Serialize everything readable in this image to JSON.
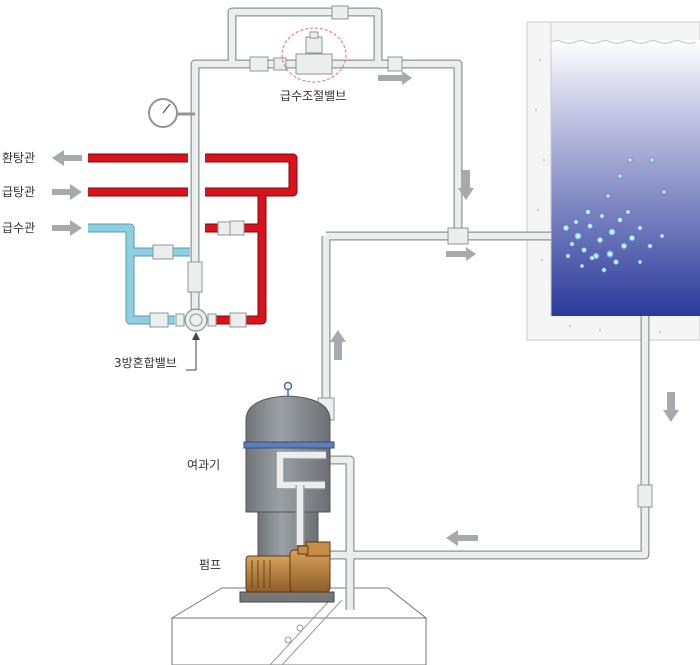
{
  "labels": {
    "return_pipe": "환탕관",
    "hot_supply_pipe": "급탕관",
    "cold_supply_pipe": "급수관",
    "supply_control_valve": "급수조절밸브",
    "three_way_mixing_valve": "3방혼합밸브",
    "filter": "여과기",
    "pump": "펌프"
  },
  "colors": {
    "hot_pipe": "#d8131b",
    "cold_pipe": "#8ecfe3",
    "pipe": "#e8eaea",
    "pipe_outline": "#8f9596",
    "arrow": "#a5aaad",
    "water_top": "#ffffff",
    "water_bottom": "#2b3a9a",
    "filter_body": "#8c9196",
    "filter_band": "#5d7fb8",
    "pump_body": "#b07a3c"
  },
  "icons": {
    "pressure_gauge": "pressure-gauge-icon",
    "bubbles": "air-bubble-icon",
    "flow_arrows": "flow-arrow-icon"
  }
}
